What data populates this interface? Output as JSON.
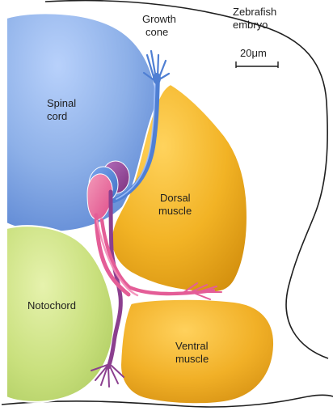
{
  "labels": {
    "growth_cone": [
      "Growth",
      "cone"
    ],
    "zebrafish_embryo": [
      "Zebrafish",
      "embryo"
    ],
    "scale_bar": "20μm",
    "spinal_cord": [
      "Spinal",
      "cord"
    ],
    "dorsal_muscle": [
      "Dorsal",
      "muscle"
    ],
    "notochord": "Notochord",
    "ventral_muscle": [
      "Ventral",
      "muscle"
    ]
  },
  "colors": {
    "spinal_cord": "#83a9e3",
    "dorsal_muscle": "#f0ad1f",
    "ventral_muscle": "#f0ad1f",
    "notochord": "#c7e07f",
    "blue_axon": "#4e7fd4",
    "pink_axon": "#e45d97",
    "purple_axon": "#8b3f8f",
    "outline": "#222222"
  }
}
